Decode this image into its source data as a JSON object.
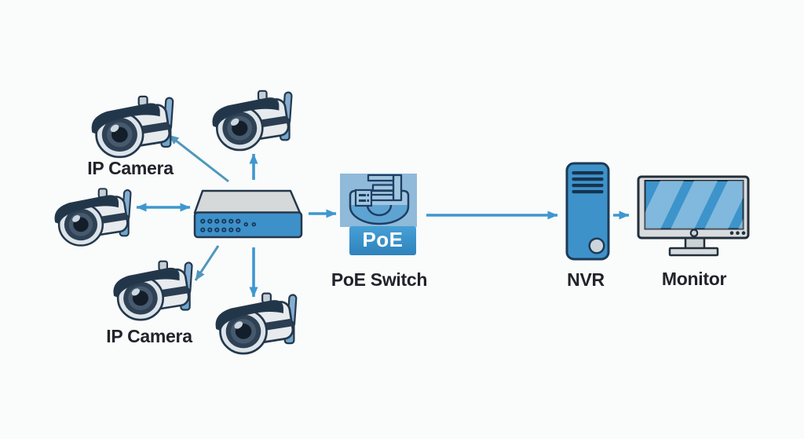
{
  "diagram": {
    "type": "network-topology",
    "subject": "PoE surveillance system",
    "labels": {
      "ip_camera_top": "IP Camera",
      "ip_camera_bottom": "IP Camera",
      "poe_badge": "PoE",
      "poe_switch": "PoE Switch",
      "nvr": "NVR",
      "monitor": "Monitor"
    },
    "nodes": [
      {
        "id": "ip-camera-top-left",
        "kind": "ip-camera"
      },
      {
        "id": "ip-camera-top-center",
        "kind": "ip-camera"
      },
      {
        "id": "ip-camera-left",
        "kind": "ip-camera"
      },
      {
        "id": "ip-camera-bottom-left",
        "kind": "ip-camera"
      },
      {
        "id": "ip-camera-bottom-center",
        "kind": "ip-camera"
      },
      {
        "id": "switch",
        "kind": "network-switch"
      },
      {
        "id": "poe-switch",
        "kind": "poe-switch",
        "label": "PoE Switch",
        "badge": "PoE"
      },
      {
        "id": "nvr",
        "kind": "nvr-tower",
        "label": "NVR"
      },
      {
        "id": "monitor",
        "kind": "monitor",
        "label": "Monitor"
      }
    ],
    "connections": [
      {
        "from": "switch",
        "to": "ip-camera-top-left",
        "direction": "one-way"
      },
      {
        "from": "switch",
        "to": "ip-camera-top-center",
        "direction": "one-way"
      },
      {
        "from": "switch",
        "to": "ip-camera-left",
        "direction": "two-way"
      },
      {
        "from": "switch",
        "to": "ip-camera-bottom-left",
        "direction": "one-way"
      },
      {
        "from": "switch",
        "to": "ip-camera-bottom-center",
        "direction": "one-way"
      },
      {
        "from": "switch",
        "to": "poe-switch",
        "direction": "one-way"
      },
      {
        "from": "poe-switch",
        "to": "nvr",
        "direction": "one-way"
      },
      {
        "from": "nvr",
        "to": "monitor",
        "direction": "one-way"
      }
    ],
    "colors": {
      "background": "#fafbfb",
      "arrow_blue": "#3f97cf",
      "arrow_teal": "#4f97bc",
      "switch_front": "#3e90c9",
      "switch_top": "#d6d9da",
      "poe_tile": "#8fbada",
      "poe_banner": "#3a90c6",
      "nvr_body": "#3e92ca",
      "monitor_screen": "#3d94cb",
      "outline_dark": "#24384c",
      "label_text": "#20242a"
    }
  }
}
